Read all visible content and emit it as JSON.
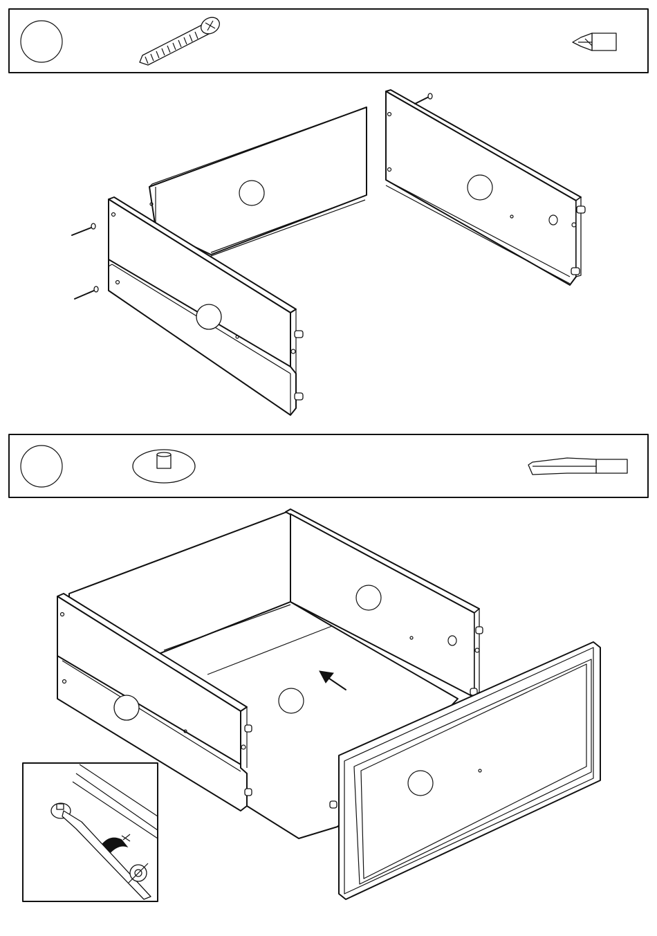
{
  "colors": {
    "line": "#111111",
    "background": "#ffffff"
  },
  "step1": {
    "header_icons": [
      "part-callout-circle",
      "wood-screw-icon",
      "phillips-screwdriver-icon"
    ],
    "callouts": [],
    "parts": [
      "left-side-panel",
      "right-side-panel",
      "back-panel",
      "screw",
      "screw",
      "screw"
    ]
  },
  "step2": {
    "header_icons": [
      "part-callout-circle",
      "cam-lock-icon",
      "flat-screwdriver-icon"
    ],
    "callouts": [],
    "parts": [
      "drawer-box",
      "drawer-bottom",
      "drawer-front",
      "insert-direction-arrow"
    ],
    "detail_inset": [
      "cam-lock-icon",
      "flat-screwdriver-icon"
    ]
  }
}
